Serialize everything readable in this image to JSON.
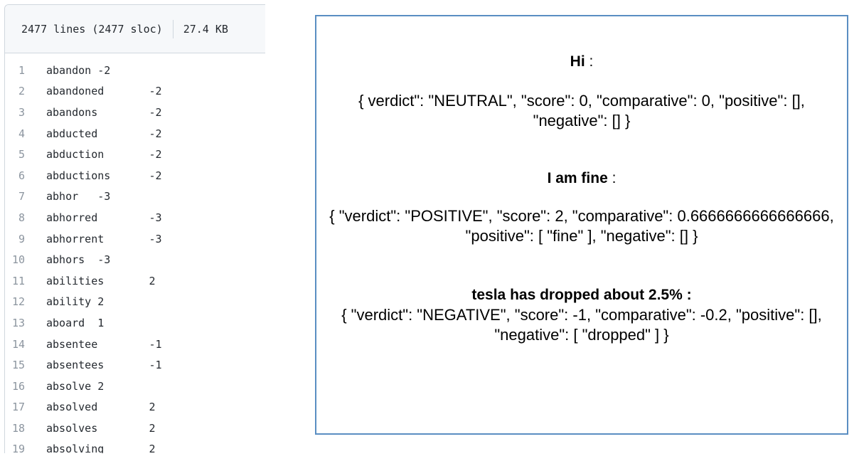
{
  "file_view": {
    "lines_info": "2477 lines (2477 sloc)",
    "size": "27.4 KB",
    "lines": [
      {
        "num": "1",
        "text": "abandon -2"
      },
      {
        "num": "2",
        "text": "abandoned\t-2"
      },
      {
        "num": "3",
        "text": "abandons\t-2"
      },
      {
        "num": "4",
        "text": "abducted\t-2"
      },
      {
        "num": "5",
        "text": "abduction\t-2"
      },
      {
        "num": "6",
        "text": "abductions\t-2"
      },
      {
        "num": "7",
        "text": "abhor   -3"
      },
      {
        "num": "8",
        "text": "abhorred\t-3"
      },
      {
        "num": "9",
        "text": "abhorrent\t-3"
      },
      {
        "num": "10",
        "text": "abhors  -3"
      },
      {
        "num": "11",
        "text": "abilities\t2"
      },
      {
        "num": "12",
        "text": "ability 2"
      },
      {
        "num": "13",
        "text": "aboard  1"
      },
      {
        "num": "14",
        "text": "absentee\t-1"
      },
      {
        "num": "15",
        "text": "absentees\t-1"
      },
      {
        "num": "16",
        "text": "absolve 2"
      },
      {
        "num": "17",
        "text": "absolved\t2"
      },
      {
        "num": "18",
        "text": "absolves\t2"
      },
      {
        "num": "19",
        "text": "absolving\t2"
      }
    ]
  },
  "results": [
    {
      "label": "Hi",
      "suffix": " :",
      "json": "{ verdict\": \"NEUTRAL\", \"score\": 0, \"comparative\": 0, \"positive\": [], \"negative\": [] }"
    },
    {
      "label": "I am fine",
      "suffix": " :",
      "json": "{ \"verdict\": \"POSITIVE\", \"score\": 2, \"comparative\": 0.6666666666666666, \"positive\": [ \"fine\" ], \"negative\": [] }"
    },
    {
      "label": "tesla has dropped about 2.5% :",
      "suffix": "",
      "json": "{ \"verdict\": \"NEGATIVE\", \"score\": -1, \"comparative\": -0.2, \"positive\": [], \"negative\": [ \"dropped\" ] }"
    }
  ]
}
